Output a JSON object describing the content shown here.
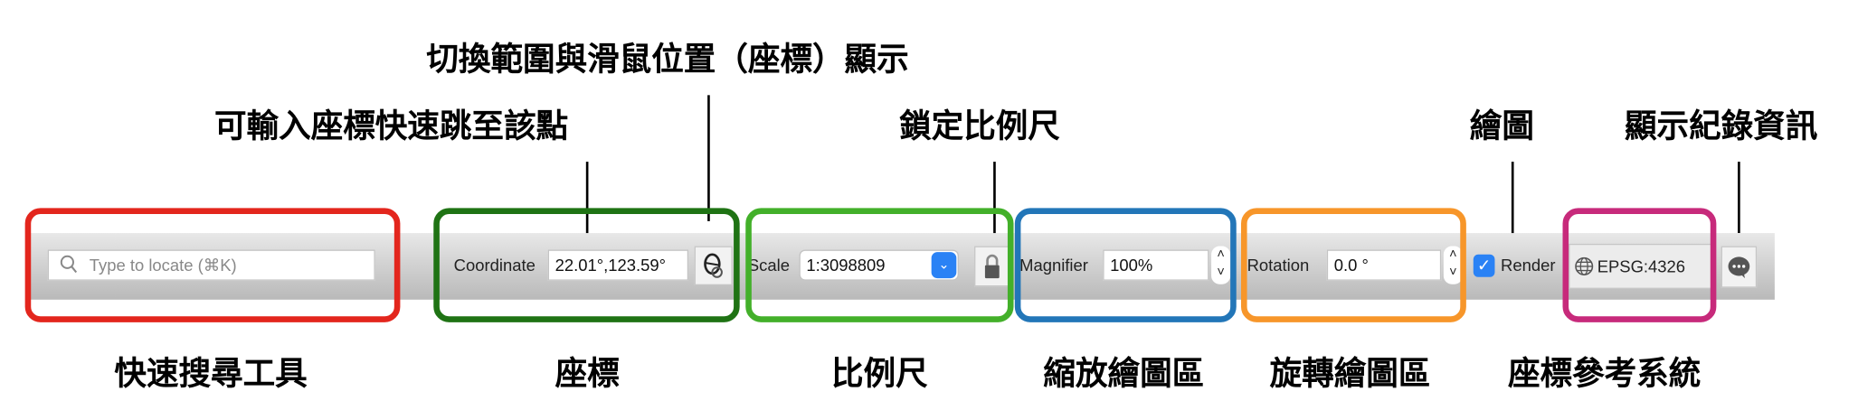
{
  "annotations": {
    "extent_toggle": "切換範圍與滑鼠位置（座標）顯示",
    "coordinate_jump": "可輸入座標快速跳至該點",
    "lock_scale": "鎖定比例尺",
    "render": "繪圖",
    "log_messages": "顯示紀錄資訊"
  },
  "groups": {
    "locator": "快速搜尋工具",
    "coordinate": "座標",
    "scale": "比例尺",
    "magnifier": "縮放繪圖區",
    "rotation": "旋轉繪圖區",
    "crs": "座標參考系統"
  },
  "toolbar": {
    "search_placeholder": "Type to locate (⌘K)",
    "coordinate_label": "Coordinate",
    "coordinate_value": "22.01°,123.59°",
    "scale_label": "Scale",
    "scale_value": "1:3098809",
    "magnifier_label": "Magnifier",
    "magnifier_value": "100%",
    "rotation_label": "Rotation",
    "rotation_value": "0.0 °",
    "render_label": "Render",
    "render_checked": true,
    "crs_value": "EPSG:4326"
  },
  "colors": {
    "locator": "#e3261d",
    "coordinate": "#1f7314",
    "scale": "#43b02a",
    "magnifier": "#2276b8",
    "rotation": "#f7962a",
    "crs": "#c72a7b",
    "accent": "#2a82f5"
  }
}
